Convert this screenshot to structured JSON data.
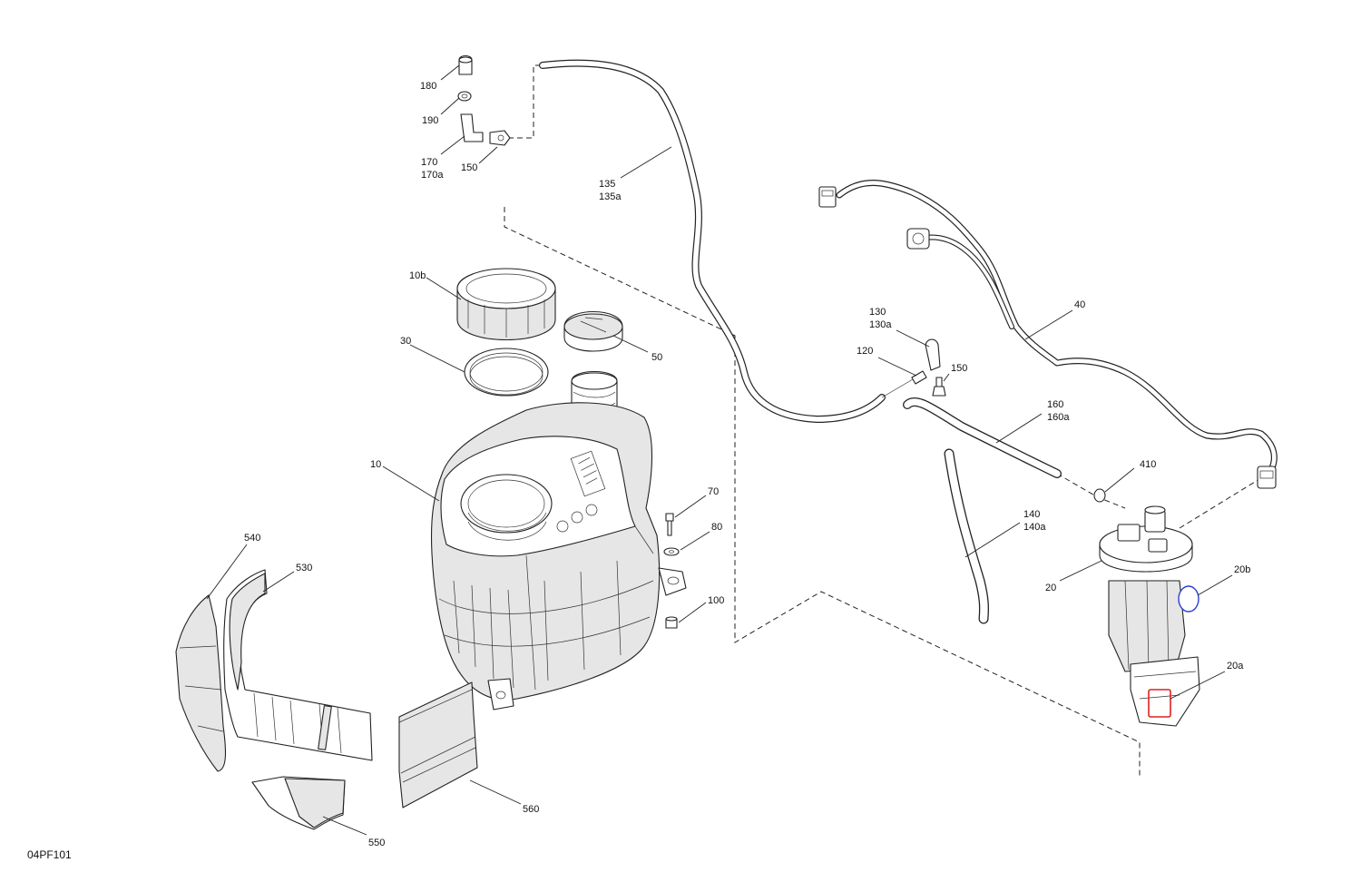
{
  "diagram_code": "04PF101",
  "callouts": {
    "c10": "10",
    "c10b": "10b",
    "c20": "20",
    "c20a": "20a",
    "c20b": "20b",
    "c30": "30",
    "c40": "40",
    "c50": "50",
    "c70": "70",
    "c80": "80",
    "c100": "100",
    "c120": "120",
    "c130": "130",
    "c130a": "130a",
    "c135": "135",
    "c135a": "135a",
    "c140": "140",
    "c140a": "140a",
    "c150_top": "150",
    "c150_mid": "150",
    "c160": "160",
    "c160a": "160a",
    "c170": "170",
    "c170a": "170a",
    "c180": "180",
    "c190": "190",
    "c410": "410",
    "c530": "530",
    "c540": "540",
    "c550": "550",
    "c560": "560"
  },
  "colors": {
    "line": "#222222",
    "shade": "#e6e6e6",
    "highlight_20a": "#e02020",
    "highlight_20b": "#2a3fd6"
  }
}
